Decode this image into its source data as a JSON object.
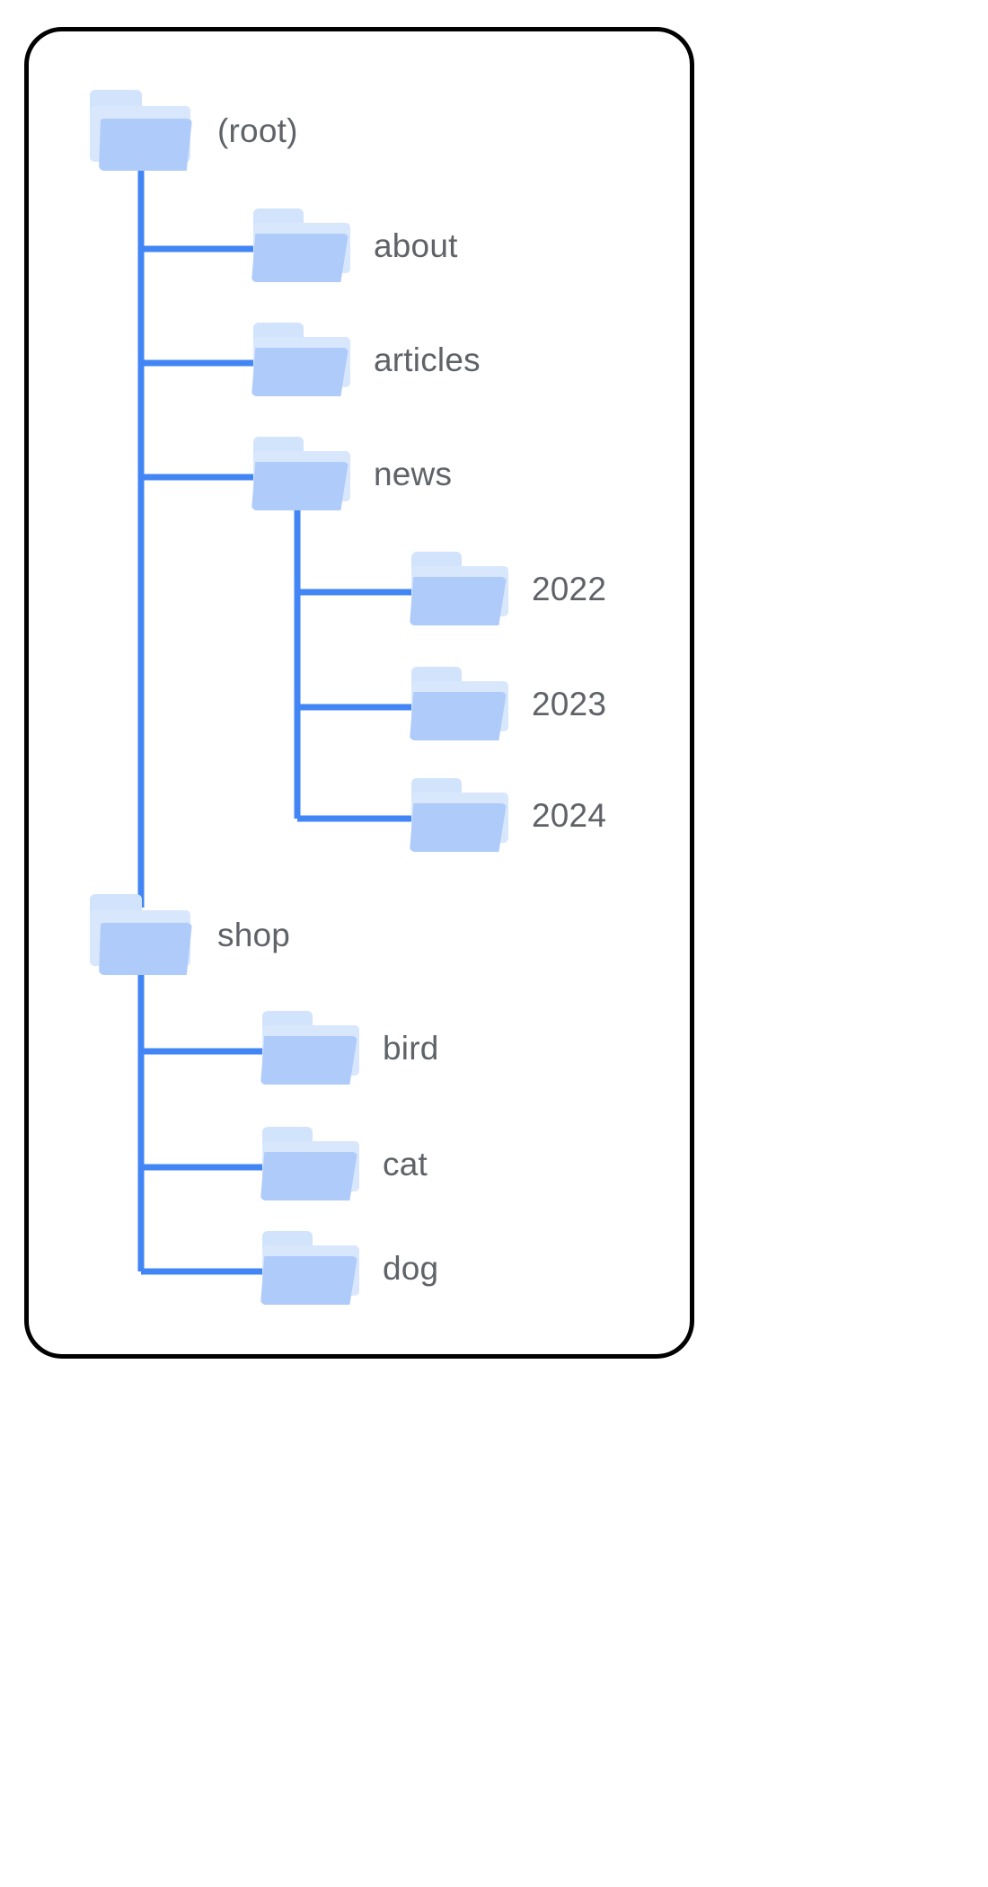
{
  "diagram": {
    "kind": "folder-tree",
    "frame": {
      "border_color": "#000000",
      "background": "#FFFFFF"
    },
    "colors": {
      "connector": "#4285F4",
      "folder_front": "#AECBFA",
      "folder_back": "#D9E7FD",
      "folder_tab": "#D2E3FC",
      "label_text": "#5F6368"
    },
    "nodes": {
      "root": {
        "label": "(root)",
        "icon": "folder-icon",
        "depth": 0
      },
      "about": {
        "label": "about",
        "icon": "folder-icon",
        "depth": 1
      },
      "articles": {
        "label": "articles",
        "icon": "folder-icon",
        "depth": 1
      },
      "news": {
        "label": "news",
        "icon": "folder-icon",
        "depth": 1
      },
      "y2022": {
        "label": "2022",
        "icon": "folder-icon",
        "depth": 2
      },
      "y2023": {
        "label": "2023",
        "icon": "folder-icon",
        "depth": 2
      },
      "y2024": {
        "label": "2024",
        "icon": "folder-icon",
        "depth": 2
      },
      "shop": {
        "label": "shop",
        "icon": "folder-icon",
        "depth": 1
      },
      "bird": {
        "label": "bird",
        "icon": "folder-icon",
        "depth": 2
      },
      "cat": {
        "label": "cat",
        "icon": "folder-icon",
        "depth": 2
      },
      "dog": {
        "label": "dog",
        "icon": "folder-icon",
        "depth": 2
      }
    },
    "tree": [
      {
        "label": "(root)",
        "children": [
          {
            "label": "about",
            "children": []
          },
          {
            "label": "articles",
            "children": []
          },
          {
            "label": "news",
            "children": [
              {
                "label": "2022",
                "children": []
              },
              {
                "label": "2023",
                "children": []
              },
              {
                "label": "2024",
                "children": []
              }
            ]
          },
          {
            "label": "shop",
            "children": [
              {
                "label": "bird",
                "children": []
              },
              {
                "label": "cat",
                "children": []
              },
              {
                "label": "dog",
                "children": []
              }
            ]
          }
        ]
      }
    ]
  }
}
